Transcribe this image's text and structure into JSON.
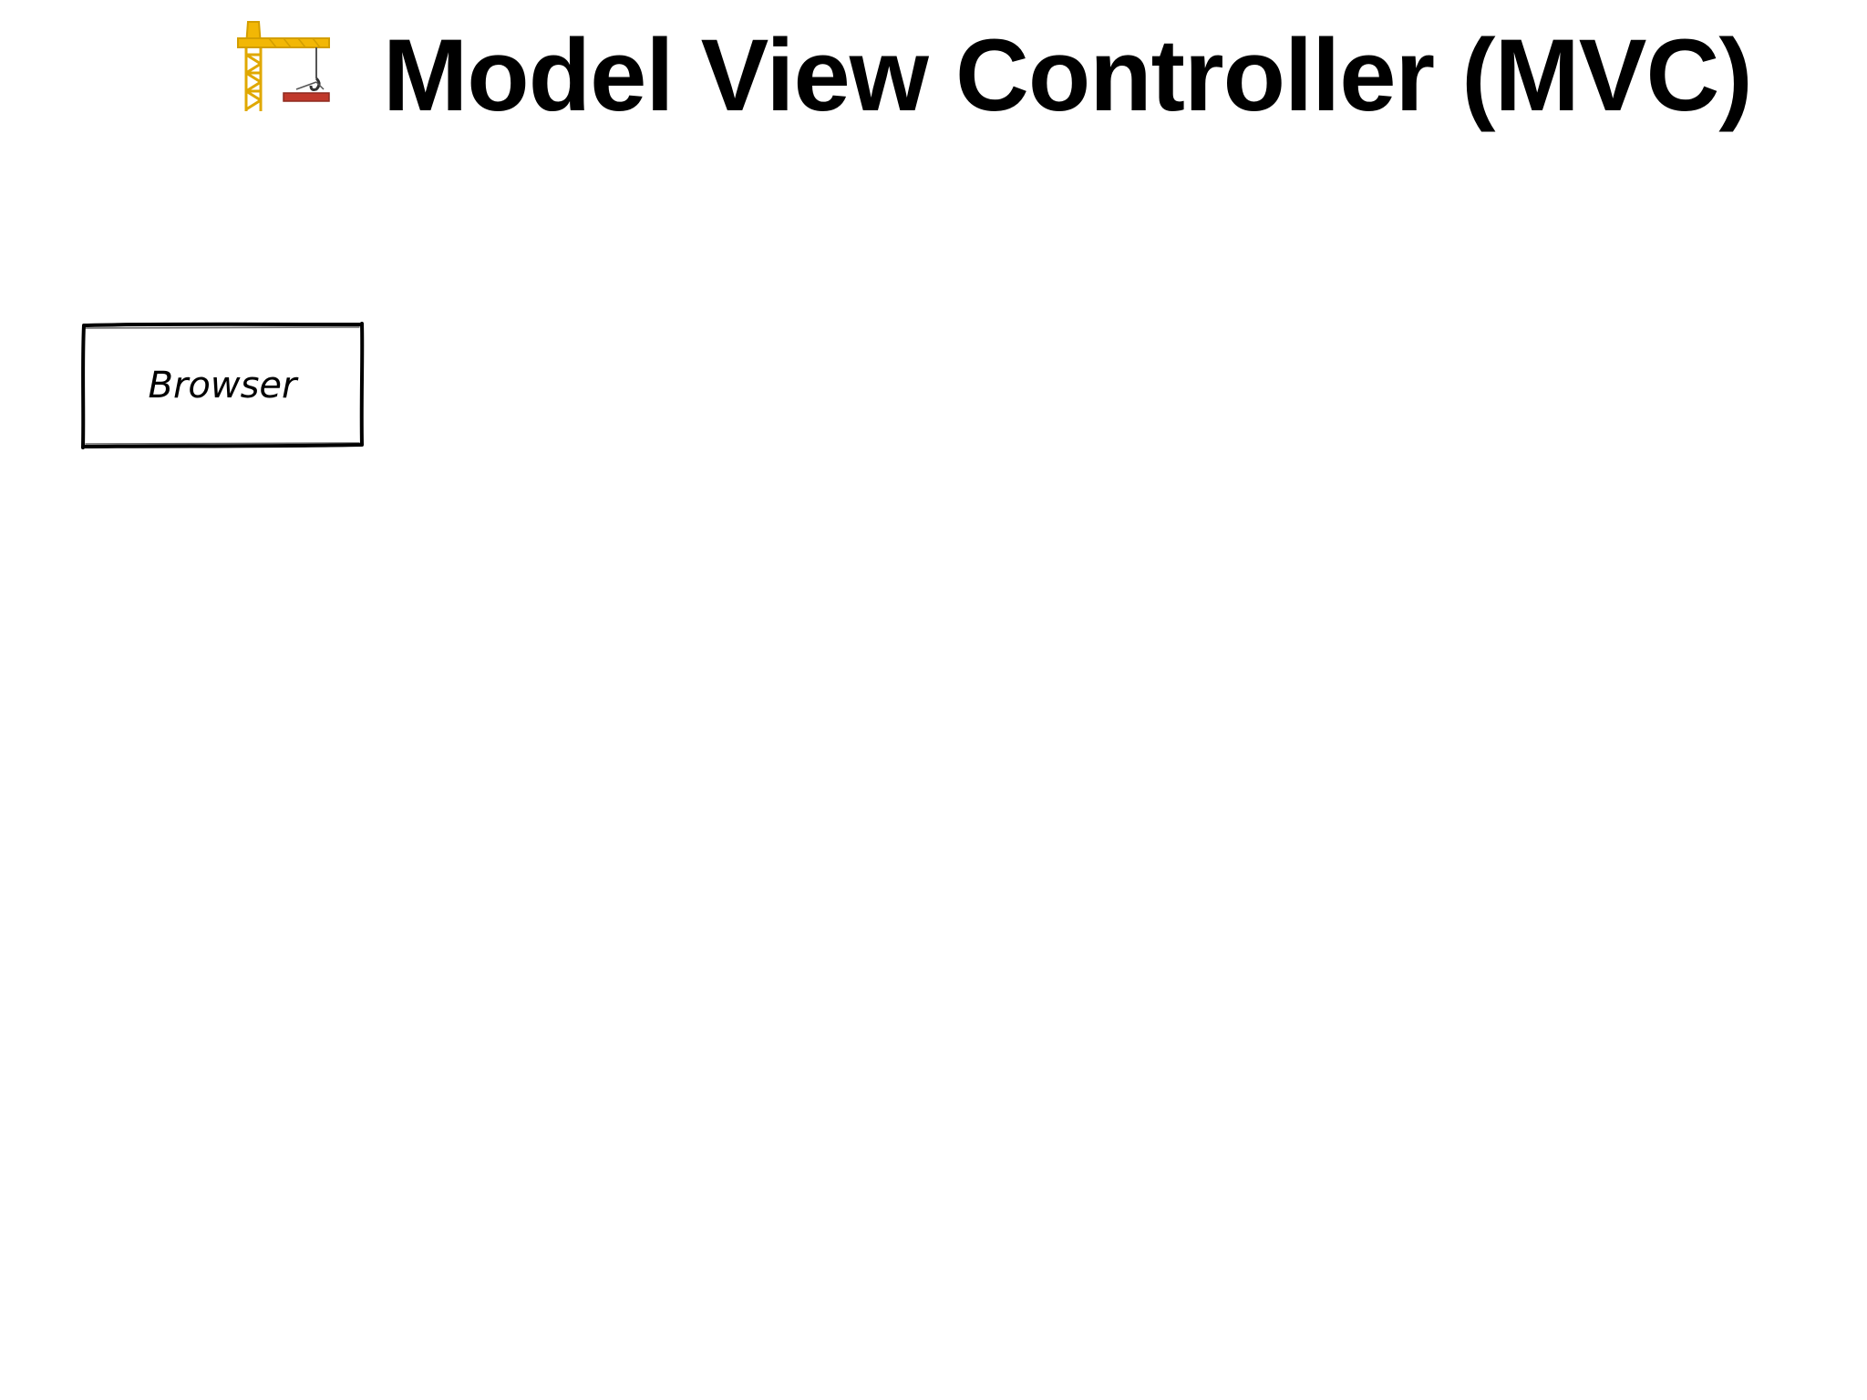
{
  "slide": {
    "title": "Model View Controller (MVC)",
    "title_icon": "construction-crane-icon",
    "colors": {
      "background": "#ffffff",
      "text": "#000000",
      "crane": "#f2b705",
      "beam": "#c0392b"
    }
  },
  "diagram": {
    "nodes": [
      {
        "id": "browser",
        "label": "Browser"
      }
    ]
  }
}
